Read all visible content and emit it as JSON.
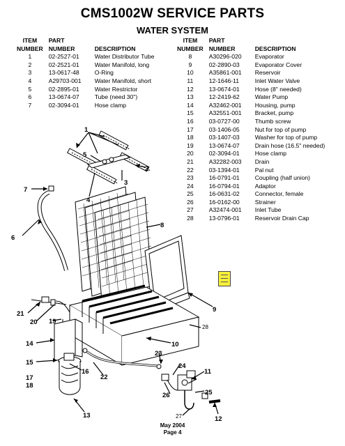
{
  "title": "CMS1002W SERVICE PARTS",
  "subtitle": "WATER SYSTEM",
  "table_headers": {
    "item_line1": "ITEM",
    "item_line2": "NUMBER",
    "part_line1": "PART",
    "part_line2": "NUMBER",
    "description": "DESCRIPTION"
  },
  "left_parts": [
    {
      "item": "1",
      "part": "02-2527-01",
      "desc": "Water Distributor Tube"
    },
    {
      "item": "2",
      "part": "02-2521-01",
      "desc": "Water Manifold, long"
    },
    {
      "item": "3",
      "part": "13-0617-48",
      "desc": "O-Ring"
    },
    {
      "item": "4",
      "part": "A29703-001",
      "desc": "Water Manifold, short"
    },
    {
      "item": "5",
      "part": "02-2895-01",
      "desc": "Water Restrictor"
    },
    {
      "item": "6",
      "part": "13-0674-07",
      "desc": "Tube (need 30\")"
    },
    {
      "item": "7",
      "part": "02-3094-01",
      "desc": "Hose clamp"
    }
  ],
  "right_parts": [
    {
      "item": "8",
      "part": "A30296-020",
      "desc": "Evaporator"
    },
    {
      "item": "9",
      "part": "02-2890-03",
      "desc": "Evaporator Cover"
    },
    {
      "item": "10",
      "part": "A35861-001",
      "desc": "Reservoir"
    },
    {
      "item": "11",
      "part": "12-1646-11",
      "desc": "Inlet Water Valve"
    },
    {
      "item": "12",
      "part": "13-0674-01",
      "desc": "Hose (8\" needed)"
    },
    {
      "item": "13",
      "part": "12-2419-62",
      "desc": "Water Pump"
    },
    {
      "item": "14",
      "part": "A32462-001",
      "desc": "Housing, pump"
    },
    {
      "item": "15",
      "part": "A32551-001",
      "desc": "Bracket, pump"
    },
    {
      "item": "16",
      "part": "03-0727-00",
      "desc": "Thumb screw"
    },
    {
      "item": "17",
      "part": "03-1406-05",
      "desc": "Nut for top of pump"
    },
    {
      "item": "18",
      "part": "03-1407-03",
      "desc": "Washer for top of pump"
    },
    {
      "item": "19",
      "part": "13-0674-07",
      "desc": "Drain hose (16.5\" needed)"
    },
    {
      "item": "20",
      "part": "02-3094-01",
      "desc": "Hose clamp"
    },
    {
      "item": "21",
      "part": "A32282-003",
      "desc": "Drain"
    },
    {
      "item": "22",
      "part": "03-1394-01",
      "desc": "Pal nut"
    },
    {
      "item": "23",
      "part": "16-0791-01",
      "desc": "Coupling (half union)"
    },
    {
      "item": "24",
      "part": "16-0794-01",
      "desc": "Adaptor"
    },
    {
      "item": "25",
      "part": "16-0631-02",
      "desc": "Connector, female"
    },
    {
      "item": "26",
      "part": "16-0162-00",
      "desc": "Strainer"
    },
    {
      "item": "27",
      "part": "A32474-001",
      "desc": "Inlet Tube"
    },
    {
      "item": "28",
      "part": "13-0796-01",
      "desc": "Reservoir Drain Cap"
    }
  ],
  "callouts": [
    "1",
    "2",
    "3",
    "4",
    "5",
    "6",
    "7",
    "8",
    "9",
    "10",
    "11",
    "12",
    "13",
    "14",
    "15",
    "16",
    "17",
    "18",
    "19",
    "20",
    "21",
    "22",
    "23",
    "24",
    "25",
    "26",
    "27",
    "28"
  ],
  "footer": {
    "date": "May 2004",
    "page": "Page 4"
  },
  "note_icon": {
    "name": "note-icon",
    "color": "#f6ef3a"
  }
}
